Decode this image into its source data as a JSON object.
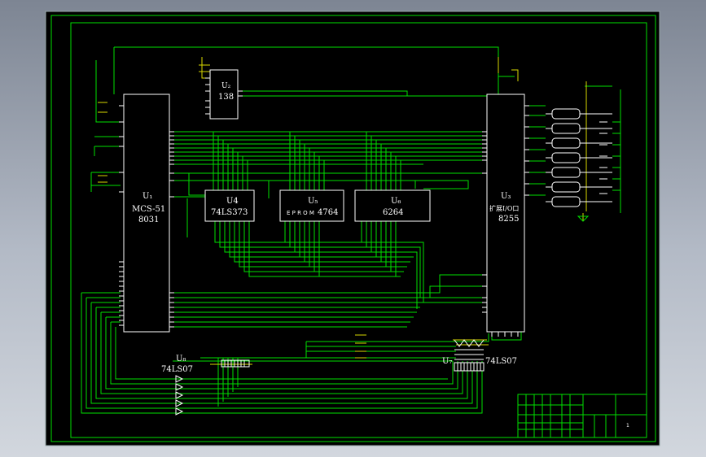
{
  "chips": {
    "u1": {
      "ref": "U₁",
      "name": "MCS-51",
      "part": "8031"
    },
    "u2": {
      "ref": "U₂",
      "part": "138"
    },
    "u4": {
      "ref": "U4",
      "part": "74LS373"
    },
    "u5": {
      "ref": "U₅",
      "prefix": "E P R O M",
      "part": "4764"
    },
    "u6": {
      "ref": "U₆",
      "part": "6264"
    },
    "u3": {
      "ref": "U₃",
      "name": "扩展I/O口",
      "part": "8255"
    },
    "u8": {
      "ref": "U₈",
      "part": "74LS07"
    },
    "u7": {
      "ref": "U₇",
      "part": "74LS07"
    }
  },
  "title_block": {
    "sheet_no": "1"
  },
  "colors": {
    "background": "#000000",
    "wire": "#00e000",
    "chip": "#ffffff",
    "note": "#e0e000"
  }
}
